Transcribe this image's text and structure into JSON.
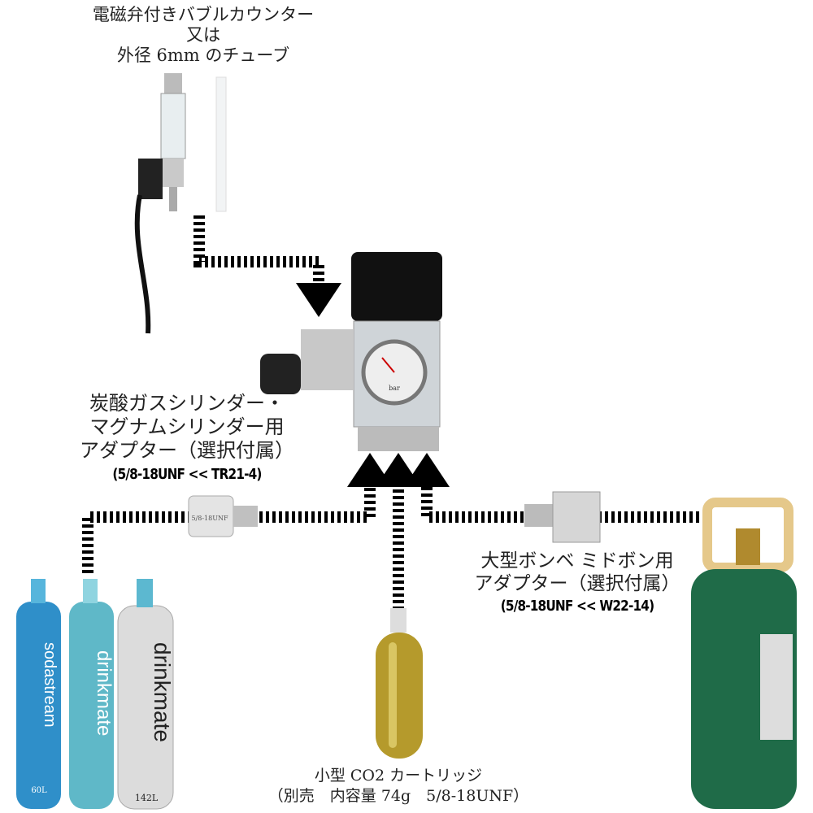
{
  "labels": {
    "bubble_counter": [
      "電磁弁付きバブルカウンター",
      "又は",
      "外径 6mm のチューブ"
    ],
    "soda_adapter": [
      "炭酸ガスシリンダー・",
      "マグナムシリンダー用",
      "アダプター（選択付属）"
    ],
    "soda_adapter_spec": "(5/8-18UNF << TR21-4)",
    "large_adapter": [
      "大型ボンベ ミドボン用",
      "アダプター（選択付属）"
    ],
    "large_adapter_spec": "(5/8-18UNF << W22-14)",
    "cartridge": [
      "小型 CO2 カートリッジ",
      "（別売　内容量 74g　5/8-18UNF）"
    ]
  },
  "logos": {
    "cyl1": "sodastream",
    "cyl1_size": "60L",
    "cyl2": "drinkmate",
    "cyl3": "drinkmate",
    "cyl3_size": "142L",
    "adapter": "5/8-18UNF",
    "gauge": "bar"
  },
  "colors": {
    "arrow": "#000000",
    "green_tank": "#1f6b48",
    "gold": "#b59a2c",
    "blue_cyl": "#2f8fc9",
    "teal_cyl": "#5fb8c8"
  }
}
